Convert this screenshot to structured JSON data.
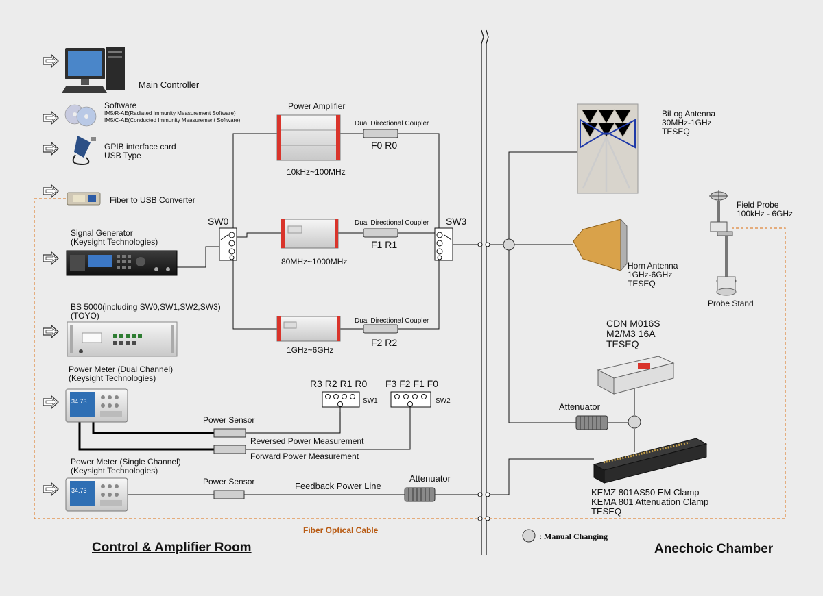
{
  "left_equipment": {
    "main_controller": "Main Controller",
    "software_title": "Software",
    "software_line1": "IM5/R-AE(Radiated Immunity Measurement Software)",
    "software_line2": "IM5/C-AE(Conducted Immunity Measurement Software)",
    "gpib_line1": "GPIB interface card",
    "gpib_line2": "USB Type",
    "fiber_converter": "Fiber to USB Converter",
    "signal_generator_line1": "Signal Generator",
    "signal_generator_line2": "(Keysight Technologies)",
    "bs5000_line1": "BS 5000(including SW0,SW1,SW2,SW3)",
    "bs5000_line2": "(TOYO)",
    "pm_dual_line1": "Power Meter (Dual Channel)",
    "pm_dual_line2": "(Keysight Technologies)",
    "pm_single_line1": "Power Meter (Single Channel)",
    "pm_single_line2": "(Keysight Technologies)",
    "meter_reading": "34.73"
  },
  "amplifier_chain": {
    "power_amplifier_title": "Power Amplifier",
    "amp1_range": "10kHz~100MHz",
    "amp2_range": "80MHz~1000MHz",
    "amp3_range": "1GHz~6GHz",
    "coupler_label": "Dual Directional Coupler",
    "coupler1_code": "F0 R0",
    "coupler2_code": "F1 R1",
    "coupler3_code": "F2 R2",
    "sw0": "SW0",
    "sw3": "SW3"
  },
  "switches": {
    "sw1_channels": "R3 R2 R1 R0",
    "sw1_name": "SW1",
    "sw2_channels": "F3 F2 F1 F0",
    "sw2_name": "SW2"
  },
  "measurement": {
    "power_sensor_1": "Power Sensor",
    "reversed": "Reversed Power Measurement",
    "forward": "Forward Power Measurement",
    "power_sensor_2": "Power Sensor",
    "feedback_line": "Feedback Power Line",
    "attenuator_left": "Attenuator"
  },
  "chamber": {
    "bilog_line1": "BiLog Antenna",
    "bilog_line2": "30MHz-1GHz",
    "bilog_line3": "TESEQ",
    "horn_line1": "Horn Antenna",
    "horn_line2": "1GHz-6GHz",
    "horn_line3": "TESEQ",
    "field_probe_line1": "Field Probe",
    "field_probe_line2": "100kHz - 6GHz",
    "probe_stand": "Probe Stand",
    "cdn_line1": "CDN M016S",
    "cdn_line2": "M2/M3 16A",
    "cdn_line3": "TESEQ",
    "attenuator_right": "Attenuator",
    "clamp_line1": "KEMZ 801AS50 EM Clamp",
    "clamp_line2": "KEMA 801 Attenuation Clamp",
    "clamp_line3": "TESEQ"
  },
  "footer": {
    "fiber_cable": "Fiber Optical Cable",
    "control_room": "Control & Amplifier Room",
    "anechoic": "Anechoic Chamber",
    "legend_text": ": Manual Changing"
  },
  "colors": {
    "background": "#ececec",
    "line": "#111111",
    "fiber_dashed": "#e0863a",
    "fiber_text": "#b85a12",
    "cable_thick": "#000000",
    "red_accent": "#d9342b",
    "antenna_blue": "#1f3aa8"
  }
}
